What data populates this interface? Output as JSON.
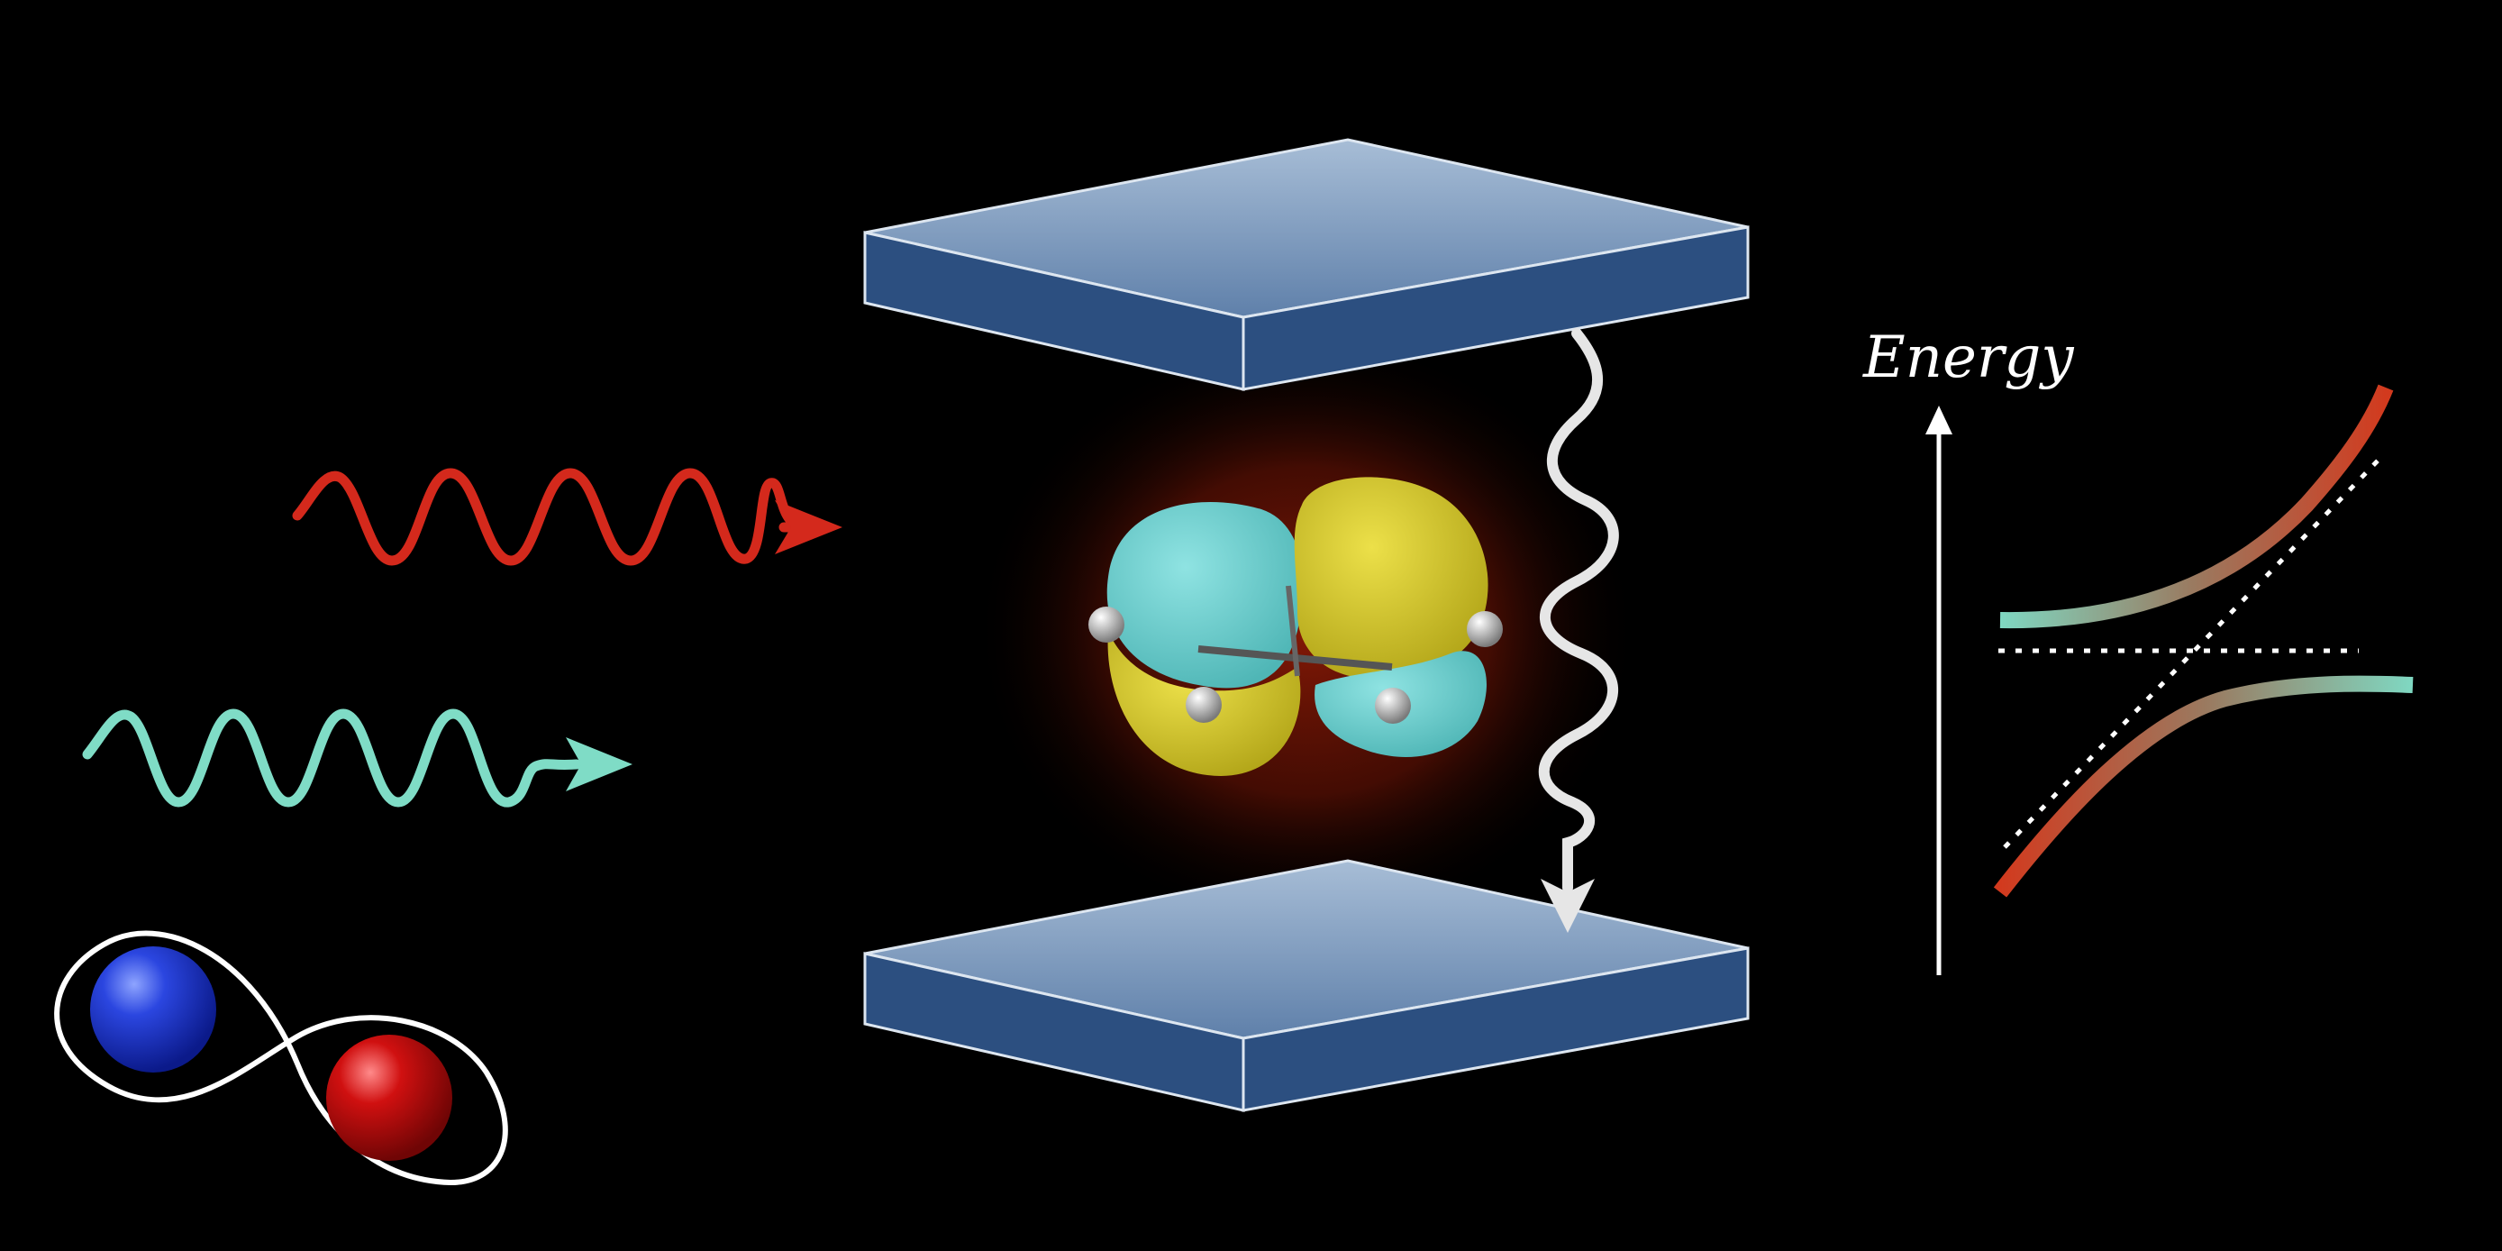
{
  "diagram": {
    "energy_axis_label": "Energy",
    "colors": {
      "background": "#000000",
      "mirror_top": "#8ea7c5",
      "mirror_side": "#2c4f80",
      "mirror_edge": "#dde6f0",
      "photon_red": "#d4291c",
      "photon_teal": "#7fdcc6",
      "orbital_teal": "#67cccb",
      "orbital_yellow": "#d7c926",
      "cavity_glow": "#8a1a06",
      "emission_arrow": "#e6e6e6",
      "sphere_blue": "#2b46e0",
      "sphere_red": "#d01010",
      "lower_branch_red": "#d23a1e",
      "upper_branch_teal": "#7fd8c2"
    },
    "elements": {
      "top_mirror": "cavity-mirror-top",
      "bottom_mirror": "cavity-mirror-bottom",
      "molecule": "molecule-orbital",
      "red_photon": "incoming-photon-red",
      "teal_photon": "incoming-photon-teal",
      "emission": "emitted-photon-arrow",
      "entangled_pair": "entangled-sphere-pair",
      "polariton_plot": "avoided-crossing-plot"
    }
  }
}
